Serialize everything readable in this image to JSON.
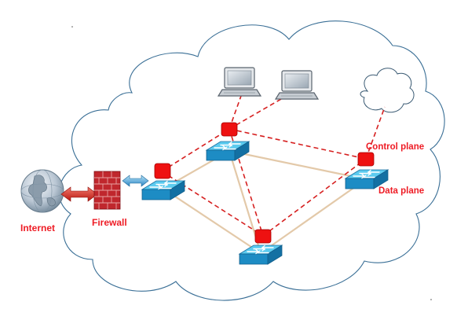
{
  "labels": {
    "internet": "Internet",
    "firewall": "Firewall",
    "control_plane": "Control plane",
    "data_plane": "Data plane"
  },
  "colors": {
    "label": "#ee1c25",
    "cloud_stroke": "#3a6f96",
    "controller": "#ee1111",
    "control_link": "#d62020",
    "data_link": "#e3c9a9",
    "switch_top": "#3fc0e8",
    "switch_side": "#1576a8",
    "firewall": "#c0272d"
  },
  "icons": [
    "globe-icon",
    "firewall-icon",
    "switch-icon",
    "laptop-icon",
    "cloud-icon",
    "controller-icon",
    "double-arrow-icon"
  ]
}
